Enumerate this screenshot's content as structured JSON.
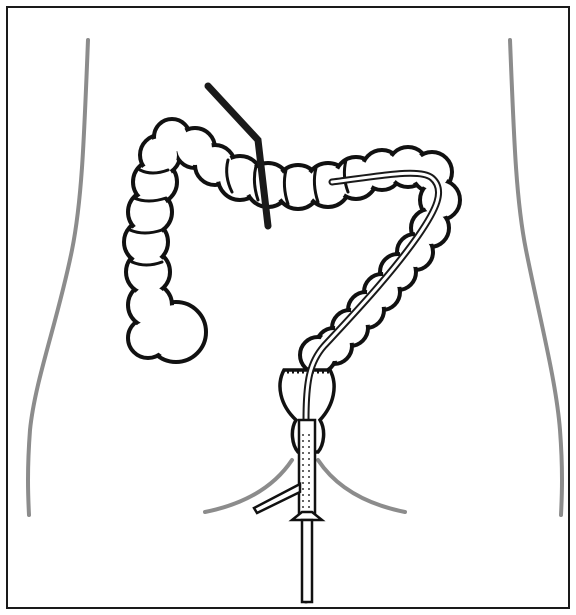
{
  "figure": {
    "colors": {
      "frame": "#1a1a1a",
      "outline": "#111111",
      "body_contour": "#8c8c8c",
      "fill": "#ffffff",
      "instrument": "#1a1a1a"
    },
    "icons": [
      "colon-illustration",
      "decompression-tube",
      "rectal-catheter",
      "probe-rod"
    ]
  }
}
